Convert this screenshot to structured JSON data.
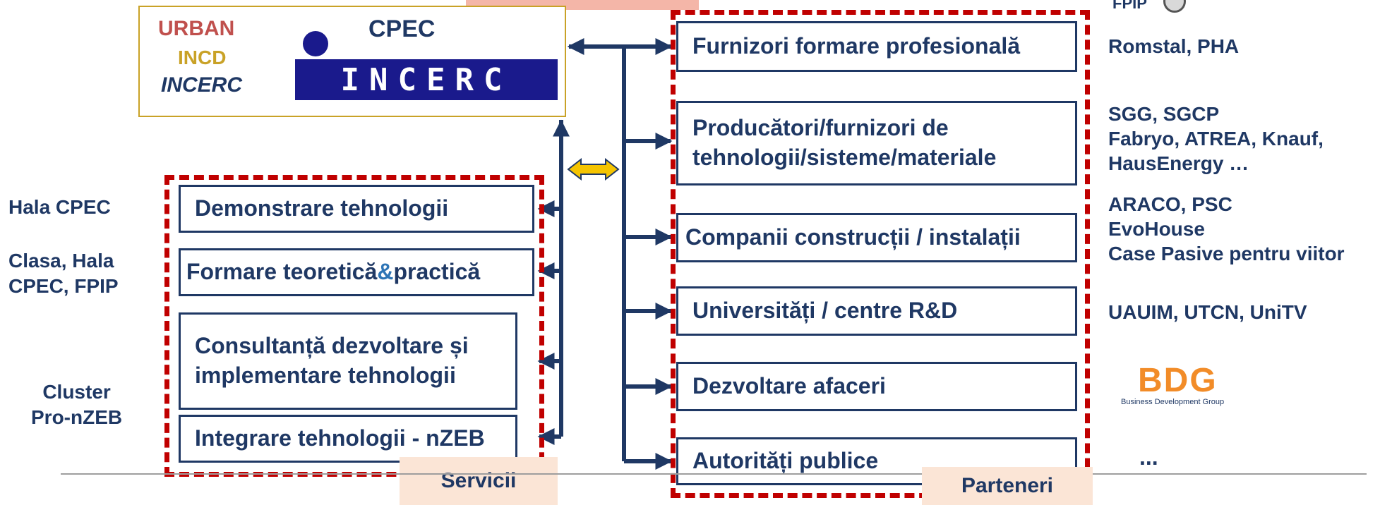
{
  "logo": {
    "urban_line1": "URBAN",
    "urban_line2": "INCD",
    "urban_line3": "INCERC",
    "cpec_label": "CPEC",
    "incerc_brand": "INCERC"
  },
  "fpip_logo": "FPIP",
  "services": {
    "tag": "Servicii",
    "items": [
      {
        "label": "Demonstrare tehnologii"
      },
      {
        "label_a": "Formare teoretică",
        "label_amp": "&",
        "label_b": "practică"
      },
      {
        "line1": "Consultanță dezvoltare și",
        "line2": "implementare tehnologii"
      },
      {
        "label": "Integrare tehnologii - nZEB"
      }
    ],
    "side_labels": [
      {
        "text": "Hala CPEC"
      },
      {
        "line1": "Clasa, Hala",
        "line2": "CPEC, FPIP"
      },
      {
        "line1": "Cluster",
        "line2": "Pro-nZEB"
      }
    ]
  },
  "partners": {
    "tag": "Parteneri",
    "items": [
      {
        "label": "Furnizori formare profesională"
      },
      {
        "line1": "Producători/furnizori de",
        "line2": "tehnologii/sisteme/materiale"
      },
      {
        "label": "Companii construcții / instalații"
      },
      {
        "label": "Universități / centre R&D"
      },
      {
        "label": "Dezvoltare afaceri"
      },
      {
        "label": "Autorități publice"
      }
    ],
    "names": [
      {
        "line1": "Romstal, PHA"
      },
      {
        "line1": "SGG, SGCP",
        "line2": "Fabryo, ATREA, Knauf,",
        "line3": "HausEnergy …"
      },
      {
        "line1": "ARACO, PSC",
        "line2": "EvoHouse",
        "line3": "Case Pasive pentru viitor"
      },
      {
        "line1": "UAUIM, UTCN, UniTV"
      },
      {
        "bdg_main": "BDG",
        "bdg_sub": "Business Development Group"
      },
      {
        "line1": "..."
      }
    ]
  },
  "colors": {
    "navy": "#1f3864",
    "dashed_red": "#c00000",
    "tag_bg": "#fbe5d6",
    "double_arrow": "#f5c400",
    "urban_red": "#c0504d",
    "incd_gold": "#c9a227"
  }
}
